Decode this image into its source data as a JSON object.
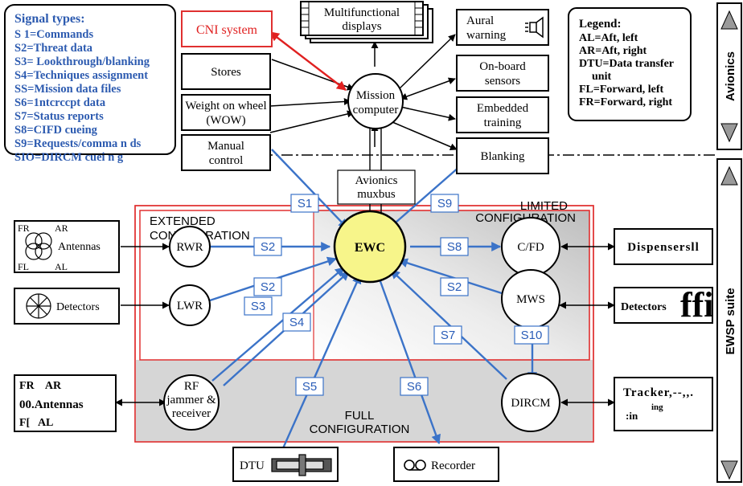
{
  "signal_types": {
    "title": "Signal types:",
    "items": [
      "S 1=Commands",
      "S2=Threat data",
      "S3= Lookthrough/blanking",
      "S4=Techniques assignment",
      "SS=Mission data files",
      "S6=1ntcrccpt data",
      "S7=Status reports",
      "S8=CIFD cueing",
      "S9=Requests/comma n ds",
      "SIO=DIRCM cuei n g"
    ]
  },
  "legend": {
    "title": "Legend:",
    "items": [
      "AL=Aft, left",
      "AR=Aft, right",
      "DTU=Data transfer",
      "unit",
      "FL=Forward, left",
      "FR=Forward, right"
    ]
  },
  "avionics": {
    "cni": "CNI system",
    "displays": [
      "Multifunctional",
      "displays"
    ],
    "aural": [
      "Aural",
      "warning"
    ],
    "stores": "Stores",
    "wow": [
      "Weight on wheel",
      "(WOW)"
    ],
    "manual": [
      "Manual",
      "control"
    ],
    "mission": [
      "Mission",
      "computer"
    ],
    "sensors": [
      "On-board",
      "sensors"
    ],
    "training": [
      "Embedded",
      "training"
    ],
    "blanking": "Blanking",
    "muxbus": [
      "Avionics",
      "muxbus"
    ]
  },
  "side": {
    "avionics": "Avionics",
    "ewsp": "EWSP suite"
  },
  "config": {
    "extended": [
      "EXTENDED",
      "CONFIGURATION"
    ],
    "limited": [
      "LIMITED",
      "CONFIGURATION"
    ],
    "full": [
      "FULL",
      "CONFIGURATION"
    ]
  },
  "nodes": {
    "ewc": "EWC",
    "rwr": "RWR",
    "lwr": "LWR",
    "rf": [
      "RF",
      "jammer &",
      "receiver"
    ],
    "cfd": "C/FD",
    "mws": "MWS",
    "dircm": "DIRCM"
  },
  "devices": {
    "antennas_top": {
      "fr": "FR",
      "ar": "AR",
      "fl": "FL",
      "al": "AL",
      "label": "Antennas"
    },
    "detectors_left": "Detectors",
    "antennas_bottom": {
      "line1": "FR    AR",
      "line2": "00.Antennas",
      "line3": "F[   AL"
    },
    "dispensers": "Dispensersll",
    "detectors_right": "Detectors",
    "detectors_right_mark": "ffi",
    "tracker": {
      "line1": "Tracker,--,,.",
      "line2": "ing",
      "line3": ":in"
    },
    "dtu": "DTU",
    "recorder": "Recorder"
  },
  "signals": {
    "s1": "S1",
    "s9": "S9",
    "s2a": "S2",
    "s2b": "S2",
    "s2c": "S2",
    "s8": "S8",
    "s3": "S3",
    "s4": "S4",
    "s5": "S5",
    "s6": "S6",
    "s7": "S7",
    "s10": "S10"
  }
}
